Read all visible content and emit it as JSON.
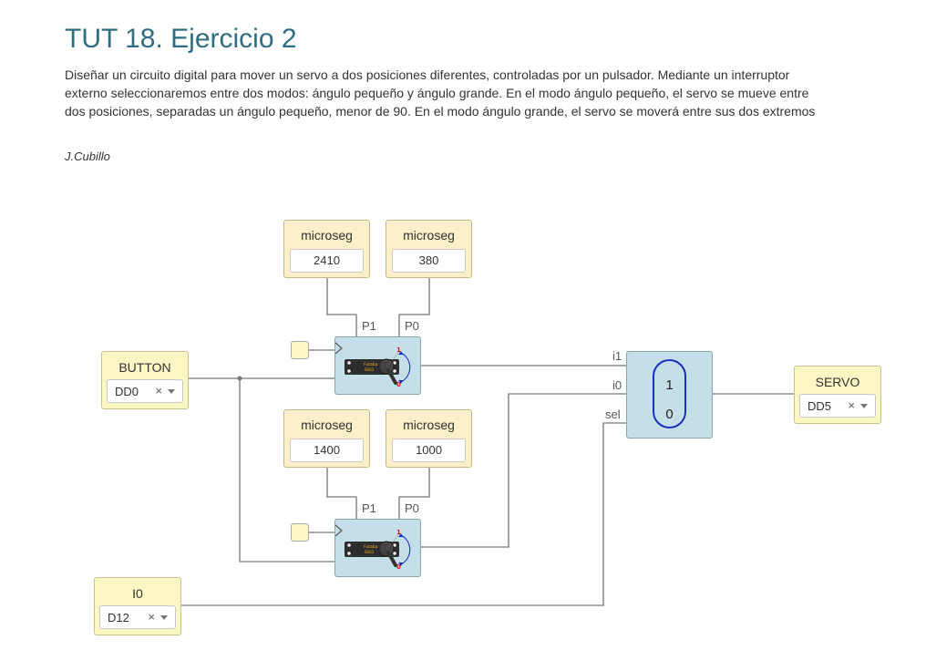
{
  "header": {
    "title": "TUT 18. Ejercicio 2",
    "description": "Diseñar un circuito digital para mover un servo a dos posiciones diferentes, controladas por un pulsador. Mediante un interruptor externo seleccionaremos entre dos modos: ángulo pequeño y ángulo grande. En el modo ángulo pequeño, el servo se mueve entre dos posiciones, separadas un ángulo pequeño, menor de 90. En el modo ángulo grande, el servo se moverá entre sus dos extremos",
    "author": "J.Cubillo"
  },
  "circuit": {
    "constants": [
      {
        "label": "microseg",
        "value": "2410"
      },
      {
        "label": "microseg",
        "value": "380"
      },
      {
        "label": "microseg",
        "value": "1400"
      },
      {
        "label": "microseg",
        "value": "1000"
      }
    ],
    "inputs": [
      {
        "label": "BUTTON",
        "pin": "DD0"
      },
      {
        "label": "I0",
        "pin": "D12"
      }
    ],
    "output": {
      "label": "SERVO",
      "pin": "DD5"
    },
    "servo_ports": {
      "p1": "P1",
      "p0": "P0"
    },
    "servo_brand": "Futaba",
    "servo_model": "S003",
    "mux": {
      "in1": "i1",
      "in0": "i0",
      "sel": "sel",
      "top_value": "1",
      "bottom_value": "0"
    },
    "clear_symbol": "×"
  },
  "colors": {
    "title": "#2e6e82",
    "constant_block": "#fbeec9",
    "io_block": "#fbf7c5",
    "servo_block": "#c5dfe8",
    "wire": "#777777",
    "mux_oval": "#1a2fc4"
  }
}
